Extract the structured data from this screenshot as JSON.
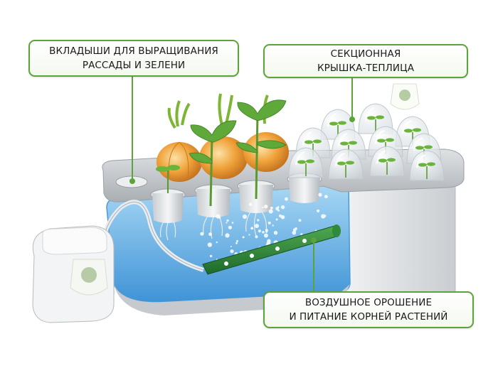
{
  "labels": {
    "inserts": {
      "line1": "ВКЛАДЫШИ ДЛЯ ВЫРАЩИВАНИЯ",
      "line2": "РАССАДЫ И ЗЕЛЕНИ"
    },
    "lid": {
      "line1": "СЕКЦИОННАЯ",
      "line2": "КРЫШКА-ТЕПЛИЦА"
    },
    "aeration": {
      "line1": "ВОЗДУШНОЕ ОРОШЕНИЕ",
      "line2": "И ПИТАНИЕ КОРНЕЙ РАСТЕНИЙ"
    }
  },
  "colors": {
    "accent_green": "#5aa43a",
    "water_blue": "#6fb8e8",
    "tray_gray": "#b9bdc2",
    "onion_orange": "#f0a23a"
  },
  "icons": [
    "watermark-emblem-icon",
    "air-pump-icon",
    "air-stone-icon",
    "onion-icon",
    "seedling-icon",
    "dome-icon"
  ]
}
